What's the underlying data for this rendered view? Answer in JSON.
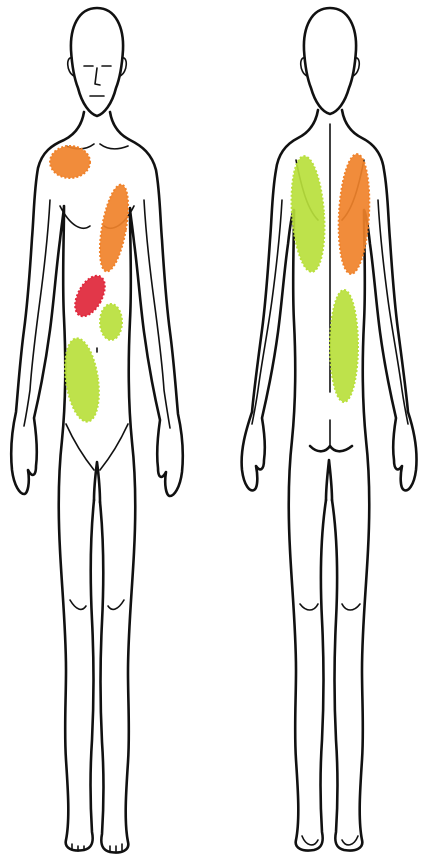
{
  "colors": {
    "outline": "#111111",
    "background": "#ffffff",
    "orange": "#f0822a",
    "red": "#e0263a",
    "green": "#b9e03c"
  },
  "figures": {
    "front": {
      "regions": [
        {
          "name": "right-shoulder",
          "color": "orange"
        },
        {
          "name": "left-chest",
          "color": "orange"
        },
        {
          "name": "epigastric",
          "color": "red"
        },
        {
          "name": "left-upper-abdomen",
          "color": "green"
        },
        {
          "name": "right-abdomen",
          "color": "green"
        }
      ]
    },
    "back": {
      "regions": [
        {
          "name": "left-upper-back",
          "color": "green"
        },
        {
          "name": "right-upper-back",
          "color": "orange"
        },
        {
          "name": "right-lower-back",
          "color": "green"
        }
      ]
    }
  }
}
